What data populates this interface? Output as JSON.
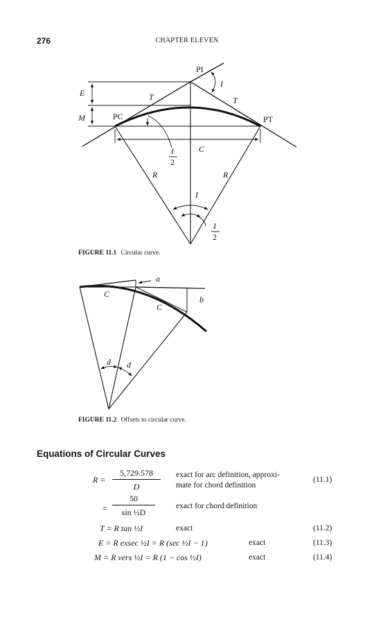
{
  "header": {
    "page_number": "276",
    "chapter": "CHAPTER ELEVEN"
  },
  "figure1": {
    "caption_label": "FIGURE 11.1",
    "caption_text": "Circular curve.",
    "labels": {
      "pi": "PI",
      "pc": "PC",
      "pt": "PT",
      "e": "E",
      "m": "M",
      "t": "T",
      "c": "C",
      "r": "R",
      "i": "I",
      "two": "2"
    }
  },
  "figure2": {
    "caption_label": "FIGURE 11.2",
    "caption_text": "Offsets to circular curve.",
    "labels": {
      "a": "a",
      "b": "b",
      "c": "C",
      "d": "d"
    }
  },
  "section": {
    "title": "Equations of Circular Curves"
  },
  "equations": {
    "r_lhs": "R =",
    "r_num": "5,729.578",
    "r_den": "D",
    "r_note1": "exact for arc definition, approxi-",
    "r_note2": "mate for chord definition",
    "r_num_label": "(11.1)",
    "r2_lhs": "=",
    "r2_num": "50",
    "r2_den": "sin ½D",
    "r2_note": "exact for chord definition",
    "t_eq": "T = R tan ½I",
    "t_note": "exact",
    "t_num_label": "(11.2)",
    "e_eq": "E = R exsec ½I = R (sec ½I − 1)",
    "e_note": "exact",
    "e_num_label": "(11.3)",
    "m_eq": "M = R vers ½I = R (1 − cos ½I)",
    "m_note": "exact",
    "m_num_label": "(11.4)"
  }
}
